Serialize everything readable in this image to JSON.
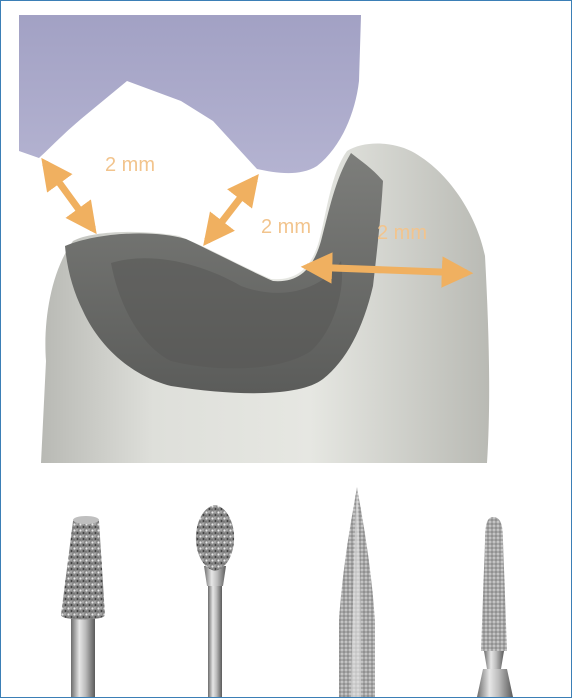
{
  "illustration": {
    "labels": {
      "occlusal_left": "2 mm",
      "occlusal_right": "2 mm",
      "axial": "2 mm"
    },
    "colors": {
      "frame_border": "#3b7fb6",
      "antagonist_tooth": "#a9a8c9",
      "prepared_tooth": "#cfd0cb",
      "preparation_surface": "#6d6e6c",
      "arrow": "#f0b060",
      "label_text": "#f2c48d"
    }
  },
  "burs": [
    {
      "name": "tapered-flat-end-diamond-bur"
    },
    {
      "name": "football-diamond-bur"
    },
    {
      "name": "pointed-tapered-diamond-bur"
    },
    {
      "name": "fine-tapered-diamond-bur"
    }
  ]
}
